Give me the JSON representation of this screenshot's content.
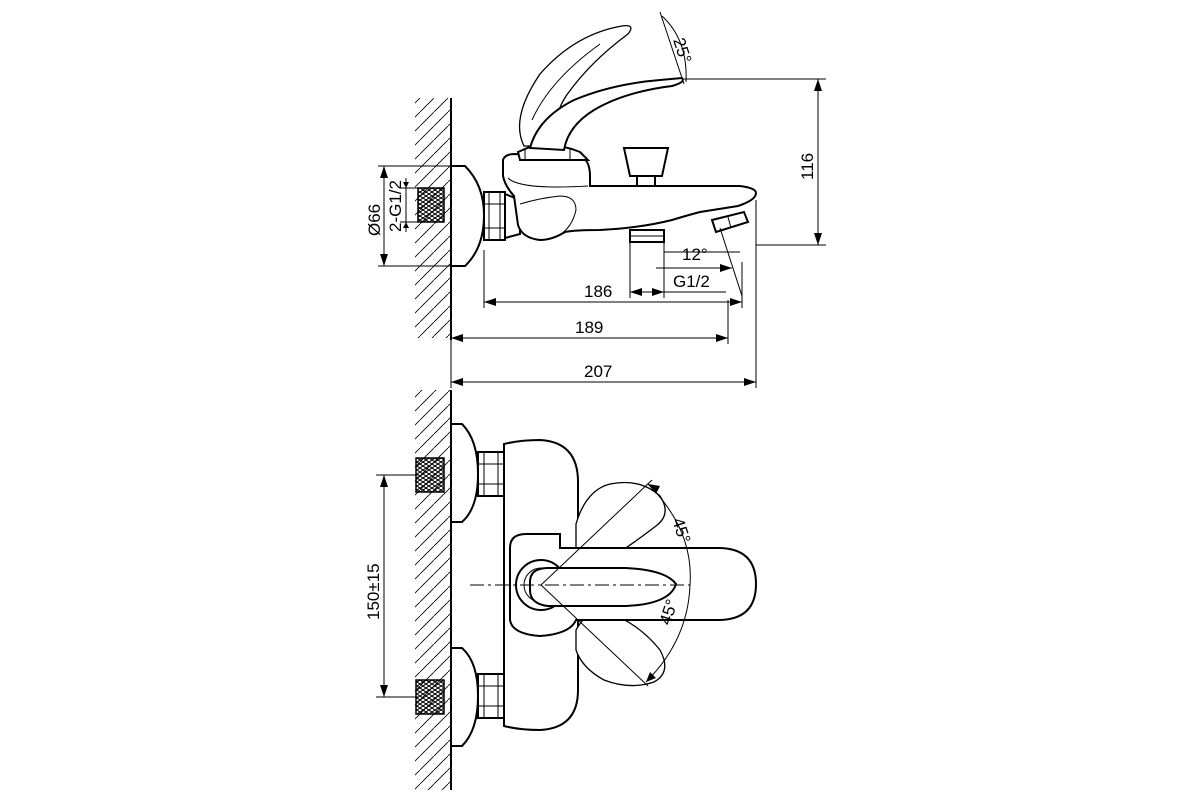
{
  "side_view": {
    "angle_spout_lever": "25°",
    "height": "116",
    "rosette_diameter": "Ø66",
    "thread": "2-G1/2",
    "angle_outlet": "12°",
    "outlet_thread": "G1/2",
    "length_186": "186",
    "length_189": "189",
    "length_207": "207"
  },
  "top_view": {
    "angle_upper": "45°",
    "angle_lower": "45°",
    "center_distance": "150±15"
  }
}
